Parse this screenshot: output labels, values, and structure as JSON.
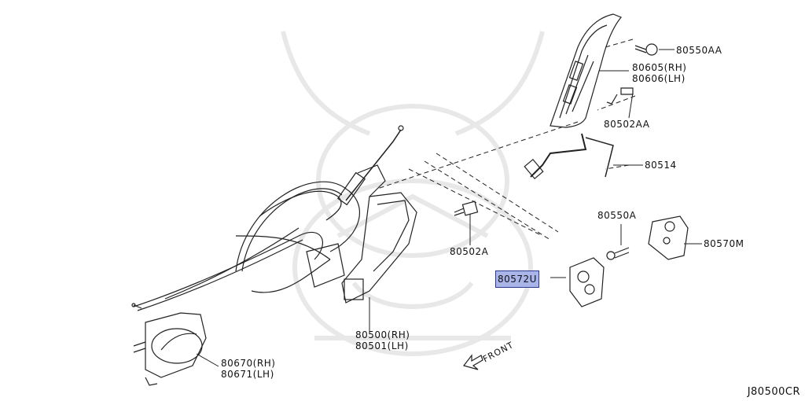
{
  "labels": {
    "p80550AA": "80550AA",
    "p80605": "80605(RH)",
    "p80606": "80606(LH)",
    "p80502AA": "80502AA",
    "p80514": "80514",
    "p80550A": "80550A",
    "p80570M": "80570M",
    "p80502A": "80502A",
    "p80572U": "80572U",
    "p80500": "80500(RH)",
    "p80501": "80501(LH)",
    "p80670": "80670(RH)",
    "p80671": "80671(LH)",
    "front": "FRONT",
    "catalog": "J80500CR"
  },
  "colors": {
    "line": "#222222",
    "highlight": "#a9b4e8",
    "highlight_border": "#2b3a8f",
    "watermark": "#e6e6e6"
  }
}
